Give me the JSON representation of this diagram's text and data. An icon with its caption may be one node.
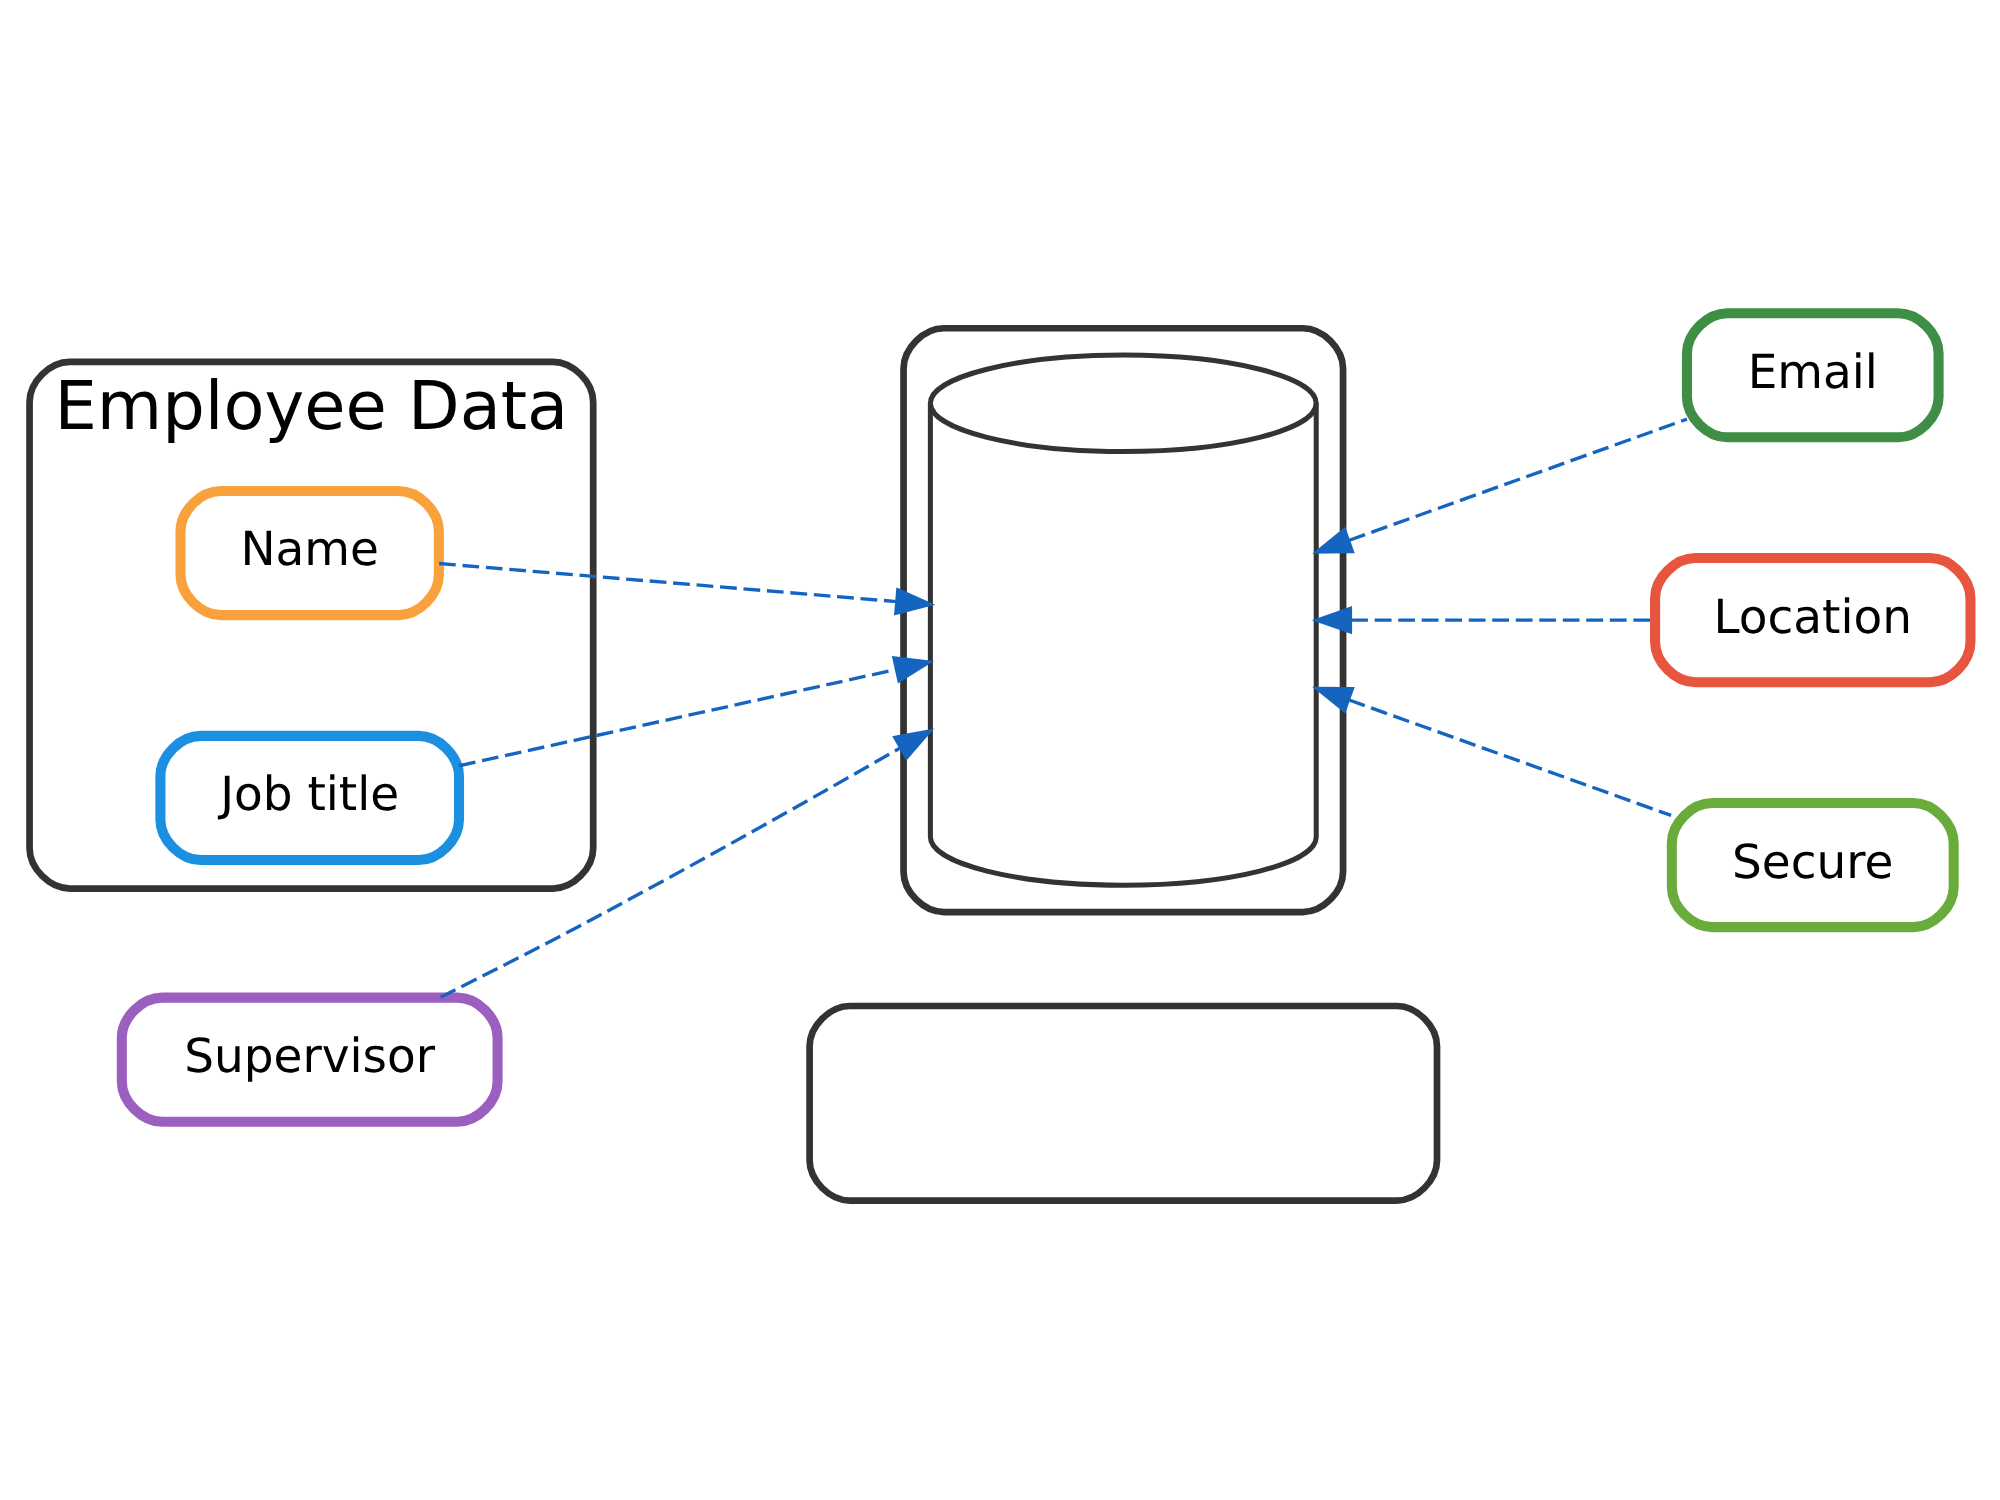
{
  "diagram": {
    "nodes": [
      {
        "text": [
          "Employee Data"
        ]
      },
      {
        "text": [
          "Name"
        ],
        "in": 0
      },
      {
        "text": [
          "Job title"
        ],
        "in": 0
      },
      {
        "text": [
          "Supervisor"
        ]
      },
      {
        "text": [],
        "shape": "box"
      },
      {
        "text": [],
        "shape": "cylinder",
        "in": 4
      },
      {
        "text": [
          "Email"
        ]
      },
      {
        "text": [
          "Location"
        ]
      },
      {
        "text": [
          "Secure"
        ]
      },
      {
        "text": [],
        "shape": "box"
      }
    ],
    "edges": [
      {
        "from": 1,
        "to": 5,
        "arrow": "to",
        "style": "dashed"
      },
      {
        "from": 2,
        "to": 5,
        "arrow": "to",
        "style": "dashed"
      },
      {
        "from": 3,
        "to": 5,
        "arrow": "to",
        "style": "dashed"
      },
      {
        "from": 6,
        "to": 5,
        "arrow": "to",
        "style": "dashed"
      },
      {
        "from": 7,
        "to": 5,
        "arrow": "to",
        "style": "dashed"
      },
      {
        "from": 8,
        "to": 5,
        "arrow": "to",
        "style": "dashed"
      }
    ]
  }
}
